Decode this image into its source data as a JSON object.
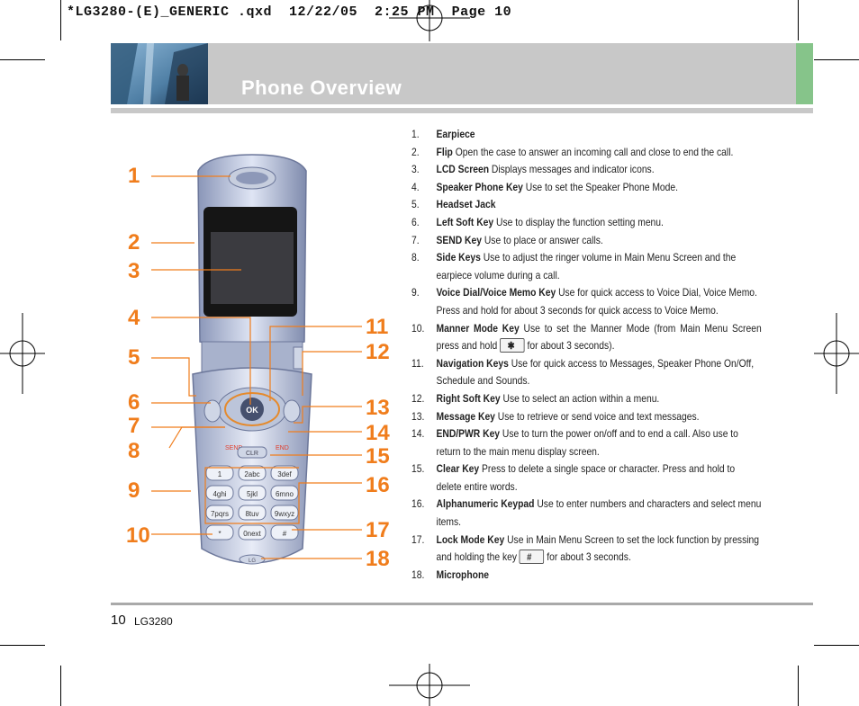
{
  "slug": "*LG3280-(E)_GENERIC .qxd  12/22/05  2:25 PM  Page 10",
  "header": {
    "title": "Phone Overview"
  },
  "footer": {
    "page": "10",
    "model": "LG3280"
  },
  "callouts": [
    "1",
    "2",
    "3",
    "4",
    "5",
    "6",
    "7",
    "8",
    "9",
    "10",
    "11",
    "12",
    "13",
    "14",
    "15",
    "16",
    "17",
    "18"
  ],
  "phone": {
    "ok_label": "OK",
    "send_label": "SEND",
    "clr_label": "CLR",
    "end_label": "END",
    "lg_label": "LG",
    "keys": [
      "1",
      "2abc",
      "3def",
      "4ghi",
      "5jkl",
      "6mno",
      "7pqrs",
      "8tuv",
      "9wxyz",
      "*",
      "0next",
      "#"
    ]
  },
  "items": [
    {
      "n": "1.",
      "title": "Earpiece",
      "desc": ""
    },
    {
      "n": "2.",
      "title": "Flip",
      "desc": " Open the case to answer an incoming call and close to end the call."
    },
    {
      "n": "3.",
      "title": "LCD Screen",
      "desc": " Displays messages and indicator icons."
    },
    {
      "n": "4.",
      "title": "Speaker Phone Key",
      "desc": " Use to set the Speaker Phone Mode."
    },
    {
      "n": "5.",
      "title": "Headset Jack",
      "desc": ""
    },
    {
      "n": "6.",
      "title": "Left Soft Key",
      "desc": " Use to display the function setting menu."
    },
    {
      "n": "7.",
      "title": "SEND Key",
      "desc": " Use to place or answer calls."
    },
    {
      "n": "8.",
      "title": "Side Keys",
      "desc": " Use to adjust the ringer volume in Main Menu Screen and the earpiece volume during a call."
    },
    {
      "n": "9.",
      "title": "Voice Dial/Voice Memo Key",
      "desc": " Use for quick access to Voice Dial, Voice Memo. Press and hold for about 3 seconds for quick access to Voice Memo."
    },
    {
      "n": "10.",
      "title": "Manner Mode Key",
      "desc_a": " Use to set the Manner Mode (from Main Menu Screen press and hold ",
      "desc_b": " for about 3 seconds)."
    },
    {
      "n": "11.",
      "title": "Navigation Keys",
      "desc": " Use for quick access to Messages, Speaker Phone On/Off, Schedule and Sounds."
    },
    {
      "n": "12.",
      "title": "Right Soft Key",
      "desc": " Use to select an action within a menu."
    },
    {
      "n": "13.",
      "title": "Message Key",
      "desc": " Use to retrieve or send voice and text messages."
    },
    {
      "n": "14.",
      "title": "END/PWR Key",
      "desc": " Use to turn the power on/off and to end a call. Also use to return to the main menu display screen."
    },
    {
      "n": "15.",
      "title": "Clear Key",
      "desc": " Press to delete a single space or character. Press and hold to delete entire words."
    },
    {
      "n": "16.",
      "title": "Alphanumeric Keypad",
      "desc": " Use to enter numbers and characters and select menu items."
    },
    {
      "n": "17.",
      "title": "Lock Mode Key",
      "desc_a": " Use in Main Menu Screen to set the lock function by pressing and holding the key ",
      "desc_b": " for about 3 seconds."
    },
    {
      "n": "18.",
      "title": "Microphone",
      "desc": ""
    }
  ]
}
